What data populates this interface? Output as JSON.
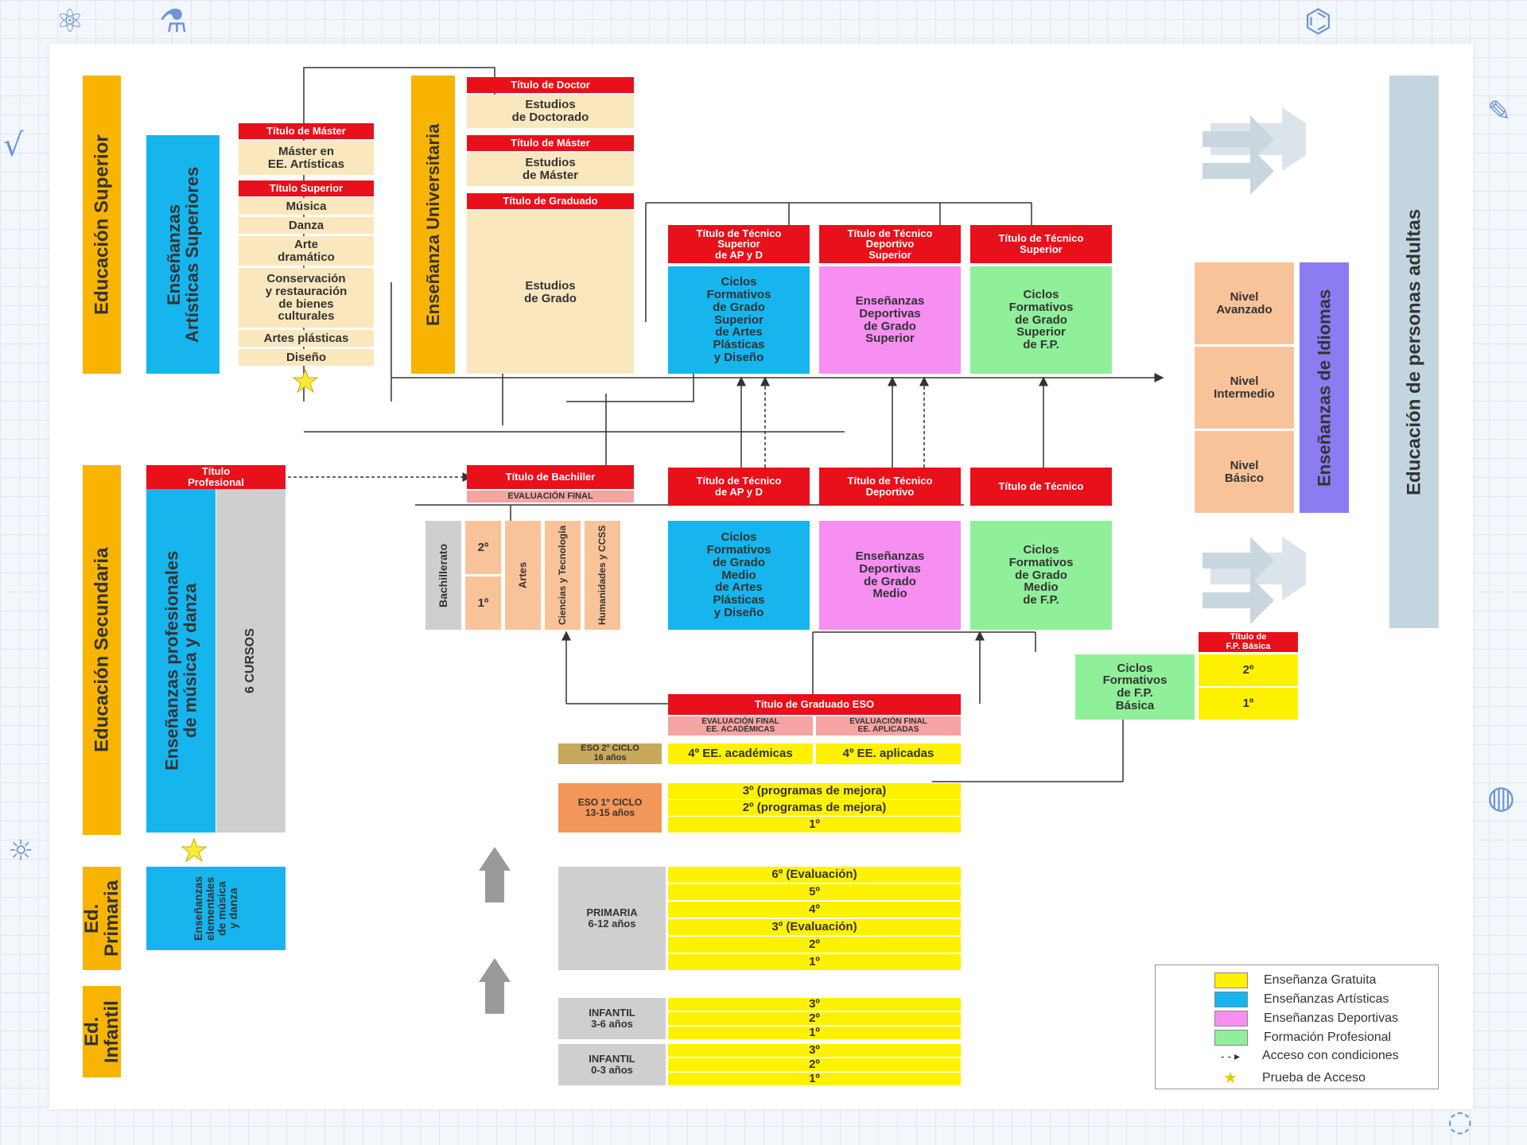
{
  "superior": {
    "label": "Educación Superior",
    "artistic": "Enseñanzas\nArtísticas Superiores",
    "university": "Enseñanza Universitaria"
  },
  "secondary": {
    "label": "Educación Secundaria",
    "music": "Enseñanzas profesionales\nde música y danza",
    "six": "6 CURSOS",
    "profTitle": "Título\nProfesional"
  },
  "primary": {
    "label": "Ed. Primaria",
    "music": "Enseñanzas\nelementales\nde música\ny danza"
  },
  "infant": {
    "label": "Ed. Infantil"
  },
  "adults": "Educación de personas adultas",
  "idiomas": "Enseñanzas de Idiomas",
  "art": {
    "masterTitle": "Título de Máster",
    "master": "Máster en\nEE. Artísticas",
    "supTitle": "Título Superior",
    "items": [
      "Música",
      "Danza",
      "Arte\ndramático",
      "Conservación\ny restauración\nde bienes\nculturales",
      "Artes plásticas",
      "Diseño"
    ]
  },
  "uni": {
    "doctorTitle": "Título de Doctor",
    "doctor": "Estudios\nde Doctorado",
    "masterTitle": "Título de Máster",
    "master": "Estudios\nde Máster",
    "gradTitle": "Título de Graduado",
    "grado": "Estudios\nde Grado"
  },
  "cycles": {
    "t1": "Título de Técnico\nSuperior\nde AP y D",
    "t2": "Título de Técnico\nDeportivo\nSuperior",
    "t3": "Título de Técnico\nSuperior",
    "c1": "Ciclos\nFormativos\nde Grado\nSuperior\nde Artes\nPlásticas\ny Diseño",
    "c2": "Enseñanzas\nDeportivas\nde Grado\nSuperior",
    "c3": "Ciclos\nFormativos\nde Grado\nSuperior\nde F.P.",
    "m1t": "Título de Técnico\nde AP y D",
    "m2t": "Título de Técnico\nDeportivo",
    "m3t": "Título de Técnico",
    "m1": "Ciclos\nFormativos\nde Grado\nMedio\nde Artes\nPlásticas\ny Diseño",
    "m2": "Enseñanzas\nDeportivas\nde Grado\nMedio",
    "m3": "Ciclos\nFormativos\nde Grado\nMedio\nde F.P."
  },
  "levels": [
    "Nivel\nAvanzado",
    "Nivel\nIntermedio",
    "Nivel\nBásico"
  ],
  "bach": {
    "title": "Título de Bachiller",
    "eval": "EVALUACIÓN FINAL",
    "label": "Bachillerato",
    "y2": "2º",
    "y1": "1º",
    "artes": "Artes",
    "ciencias": "Ciencias y Tecnología",
    "human": "Humanidades y CCSS"
  },
  "fpb": {
    "title": "Título de\nF.P. Básica",
    "cycle": "Ciclos\nFormativos\nde F.P.\nBásica",
    "y2": "2º",
    "y1": "1º"
  },
  "eso": {
    "title": "Título de Graduado ESO",
    "evalA": "EVALUACIÓN FINAL\nEE. ACADÉMICAS",
    "evalB": "EVALUACIÓN FINAL\nEE. APLICADAS",
    "c2": "ESO 2º CICLO\n16 años",
    "acad": "4º EE. académicas",
    "apli": "4º EE. aplicadas",
    "c1": "ESO 1º CICLO\n13-15 años",
    "y3": "3º (programas de mejora)",
    "y2": "2º (programas de mejora)",
    "y1": "1º"
  },
  "prim": {
    "label": "PRIMARIA\n6-12 años",
    "years": [
      "6º (Evaluación)",
      "5º",
      "4º",
      "3º (Evaluación)",
      "2º",
      "1º"
    ]
  },
  "inf": {
    "a": "INFANTIL\n3-6 años",
    "ay": [
      "3º",
      "2º",
      "1º"
    ],
    "b": "INFANTIL\n0-3 años",
    "by": [
      "3º",
      "2º",
      "1º"
    ]
  },
  "legend": [
    "Enseñanza Gratuita",
    "Enseñanzas Artísticas",
    "Enseñanzas Deportivas",
    "Formación Profesional",
    "Acceso con condiciones",
    "Prueba de Acceso"
  ],
  "colors": {
    "yellow": "#fff200",
    "blue": "#16b5ee",
    "pink": "#f78ff2",
    "green": "#90f09a",
    "red": "#e8101a"
  }
}
